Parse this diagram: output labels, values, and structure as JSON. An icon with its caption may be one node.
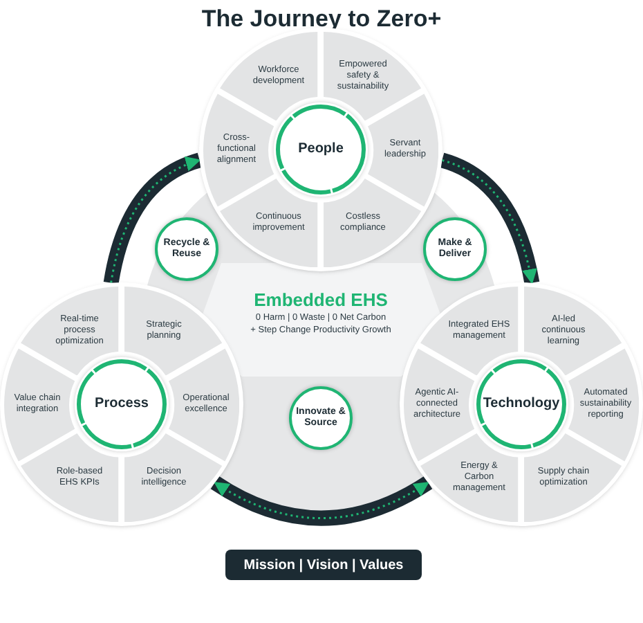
{
  "diagram": {
    "title": "The Journey to Zero+",
    "nodes": [
      {
        "text": [],
        "shape": "circle"
      },
      {
        "text": [
          "People"
        ],
        "in": 0
      },
      {
        "text": [
          "Workforce development"
        ],
        "in": 0
      },
      {
        "text": [
          "Empowered safety & sustainability"
        ],
        "in": 0
      },
      {
        "text": [
          "Cross-functional alignment"
        ],
        "in": 0
      },
      {
        "text": [
          "Servant leadership"
        ],
        "in": 0
      },
      {
        "text": [
          "Continuous improvement"
        ],
        "in": 0
      },
      {
        "text": [
          "Costless compliance"
        ],
        "in": 0
      },
      {
        "text": [
          "Recycle & Reuse"
        ]
      },
      {
        "text": [
          "Make & Deliver"
        ]
      },
      {
        "text": [],
        "shape": "circle"
      },
      {
        "text": [
          "Process"
        ],
        "in": 10
      },
      {
        "text": [
          "Real-time process optimization"
        ],
        "in": 10
      },
      {
        "text": [
          "Strategic planning"
        ],
        "in": 10
      },
      {
        "text": [
          "Value chain integration"
        ],
        "in": 10
      },
      {
        "text": [
          "Operational excellence"
        ],
        "in": 10
      },
      {
        "text": [
          "Role-based EHS KPIs"
        ],
        "in": 10
      },
      {
        "text": [
          "Decision intelligence"
        ],
        "in": 10
      },
      {
        "text": [],
        "shape": "circle"
      },
      {
        "text": [
          "Technology"
        ],
        "in": 18
      },
      {
        "text": [
          "Integrated EHS management"
        ],
        "in": 18
      },
      {
        "text": [
          "AI-led continuous learning"
        ],
        "in": 18
      },
      {
        "text": [
          "Agentic AI-connected architecture"
        ],
        "in": 18
      },
      {
        "text": [
          "Automated sustainability reporting"
        ],
        "in": 18
      },
      {
        "text": [
          "Energy & Carbon management"
        ],
        "in": 18
      },
      {
        "text": [
          "Supply chain optimization"
        ],
        "in": 18
      },
      {
        "text": [
          "Innovate & Source"
        ]
      },
      {
        "text": [
          "Mission | Vision | Values"
        ]
      }
    ],
    "edges": [
      {
        "from": 10,
        "to": 0,
        "arrow": "to"
      },
      {
        "from": 0,
        "to": 18,
        "arrow": "to"
      },
      {
        "from": 10,
        "to": 18,
        "arrow": "both"
      }
    ],
    "labels": [
      "Embedded EHS",
      "0 Harm | 0 Waste | 0 Net Carbon",
      "+ Step Change Productivity Growth"
    ]
  }
}
